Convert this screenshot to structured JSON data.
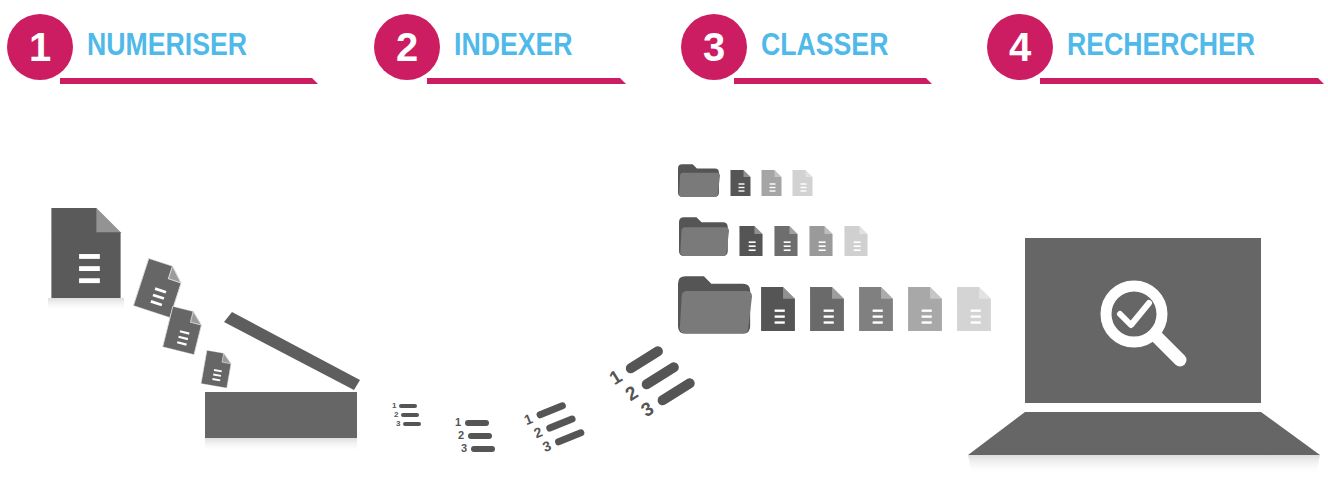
{
  "diagram": {
    "nodes": [
      {
        "text": [
          "1",
          "NUMERISER"
        ]
      },
      {
        "text": [
          "2",
          "INDEXER"
        ]
      },
      {
        "text": [
          "3",
          "CLASSER"
        ]
      },
      {
        "text": [
          "4",
          "RECHERCHER"
        ]
      }
    ],
    "labels": [
      "1",
      "2",
      "3",
      "1",
      "2",
      "3",
      "1",
      "2",
      "3",
      "1",
      "2",
      "3"
    ]
  }
}
